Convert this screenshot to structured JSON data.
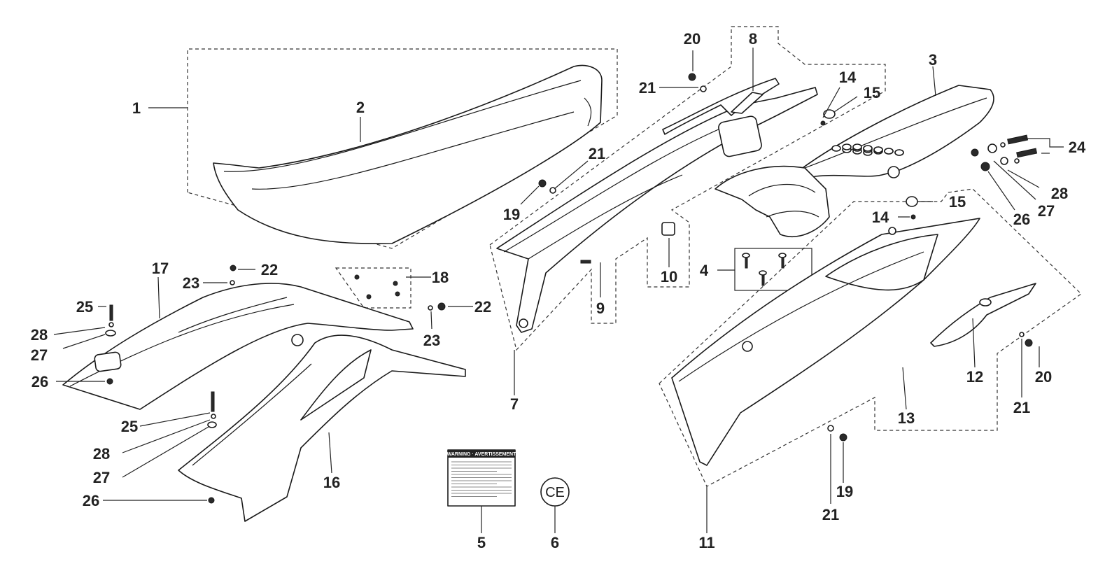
{
  "diagram": {
    "callouts": [
      "1",
      "2",
      "3",
      "4",
      "5",
      "6",
      "7",
      "8",
      "9",
      "10",
      "11",
      "12",
      "13",
      "14",
      "15",
      "16",
      "17",
      "18",
      "19",
      "20",
      "21",
      "22",
      "23",
      "24",
      "25",
      "26",
      "27",
      "28"
    ],
    "warning_label": {
      "title": "WARNING · AVERTISSEMENT"
    },
    "ce_mark": "CE",
    "colors": {
      "line": "#1a1a1a",
      "text": "#222222",
      "background": "#ffffff"
    }
  }
}
